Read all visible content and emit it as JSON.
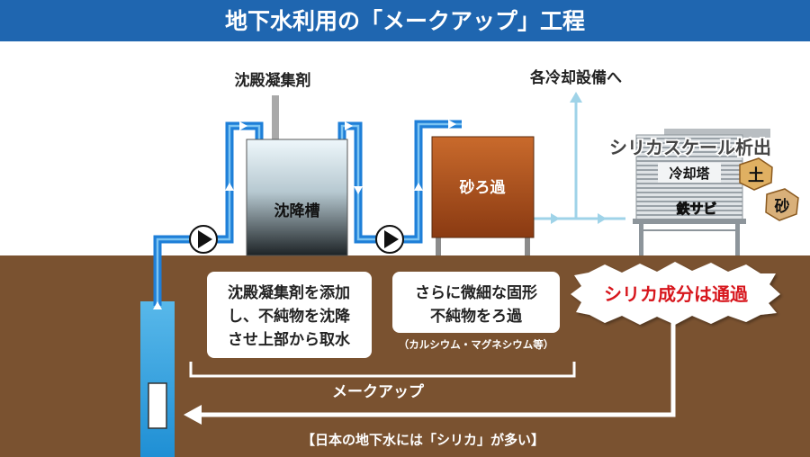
{
  "title": "地下水利用の「メークアップ」工程",
  "labels": {
    "coagulant": "沈殿凝集剤",
    "settling_tank": "沈降槽",
    "sand_filter": "砂ろ過",
    "to_cooling": "各冷却設備へ",
    "cooling_tower": "冷却塔",
    "silica_scale": "シリカスケール析出",
    "soil": "土",
    "sand": "砂",
    "rust": "鉄サビ",
    "makeup": "メークアップ",
    "bottom_note": "【日本の地下水には「シリカ」が多い】",
    "silica_pass": "シリカ成分は通過"
  },
  "notes": {
    "settling": [
      "沈殿凝集剤を添加",
      "し、不純物を沈降",
      "させ上部から取水"
    ],
    "filter": [
      "さらに微細な固形",
      "不純物をろ過"
    ],
    "filter_sub": "（カルシウム・マグネシウム等）"
  },
  "colors": {
    "title_bar": "#1f66b0",
    "ground": "#7a5230",
    "pipe": "#1e7fd8",
    "pale_pipe": "#9fd3e8",
    "sand_filter": "#b4531e",
    "silica_text": "#d7141d"
  }
}
